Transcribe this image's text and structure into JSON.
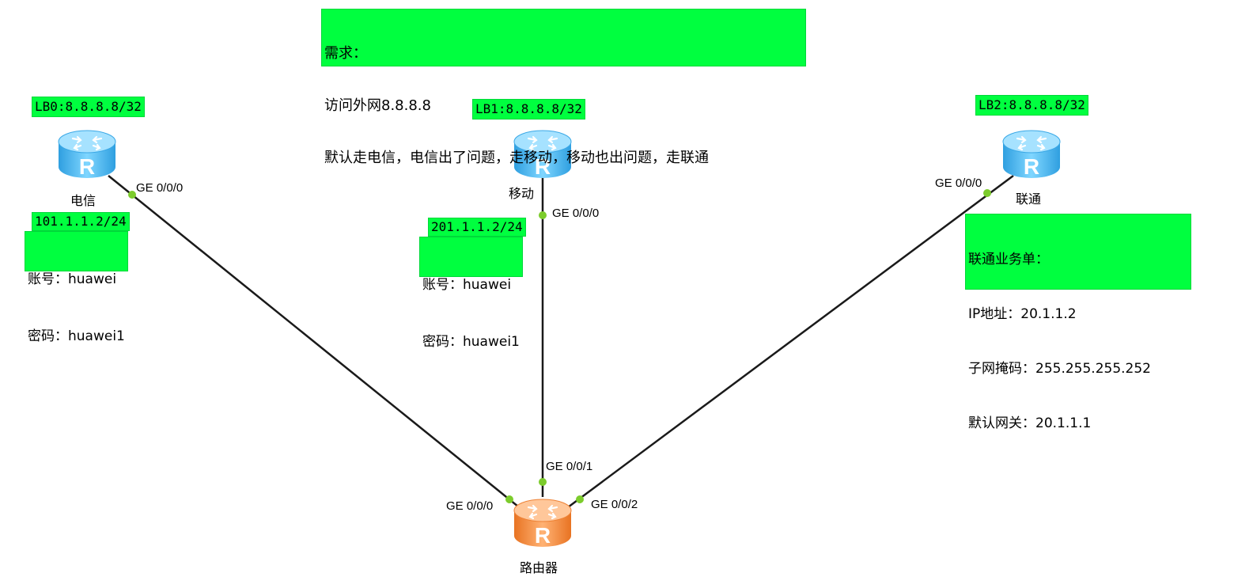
{
  "requirement": {
    "lines": [
      "需求：",
      "访问外网8.8.8.8",
      "默认走电信，电信出了问题，走移动，移动也出问题，走联通"
    ]
  },
  "devices": {
    "telecom": {
      "name": "电信",
      "loopback": "LB0:8.8.8.8/32",
      "port": "GE 0/0/0",
      "info": [
        "101.1.1.2/24",
        "账号：huawei",
        "密码：huawei1"
      ]
    },
    "mobile": {
      "name": "移动",
      "loopback": "LB1:8.8.8.8/32",
      "port": "GE 0/0/0",
      "info": [
        "201.1.1.2/24",
        "账号：huawei",
        "密码：huawei1"
      ]
    },
    "unicom": {
      "name": "联通",
      "loopback": "LB2:8.8.8.8/32",
      "port": "GE 0/0/0",
      "info": [
        "联通业务单：",
        "IP地址：20.1.1.2",
        "子网掩码：255.255.255.252",
        "默认网关：20.1.1.1"
      ]
    },
    "router": {
      "name": "路由器",
      "ports": [
        "GE 0/0/0",
        "GE 0/0/1",
        "GE 0/0/2"
      ]
    }
  },
  "colors": {
    "note_bg": "#00ff3f",
    "isp_router": "#5cc8f5",
    "core_router": "#f7944a",
    "link": "#1a1a1a",
    "port_dot": "#7ccc2c"
  },
  "icons": {
    "isp_router": "router-icon",
    "core_router": "router-icon"
  }
}
